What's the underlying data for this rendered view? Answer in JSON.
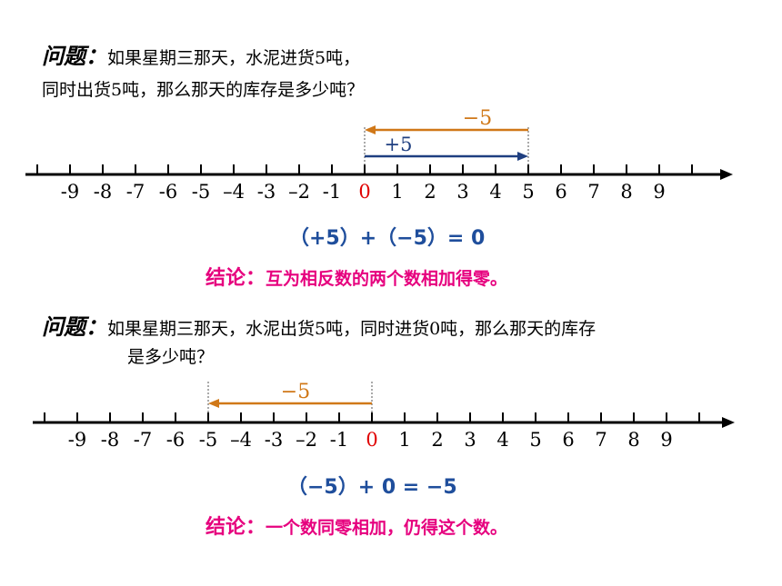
{
  "problem1": {
    "label": "问题：",
    "line1": "如果星期三那天，水泥进货5吨，",
    "line2": "同时出货5吨，那么那天的库存是多少吨？"
  },
  "numberline1": {
    "ticks": [
      "-9",
      "-8",
      "-7",
      "-6",
      "-5",
      "–4",
      "-3",
      "–2",
      "-1",
      "0",
      "1",
      "2",
      "3",
      "4",
      "5",
      "6",
      "7",
      "8",
      "9"
    ],
    "arrow_top_label": "−5",
    "arrow_bottom_label": "+5"
  },
  "equation1": "（+5）+（−5）= 0",
  "conclusion1": {
    "label": "结论：",
    "text": "互为相反数的两个数相加得零。"
  },
  "problem2": {
    "label": "问题：",
    "line1": "如果星期三那天，水泥出货5吨，同时进货0吨，那么那天的库存",
    "line2": "是多少吨？"
  },
  "numberline2": {
    "ticks": [
      "-9",
      "-8",
      "-7",
      "-6",
      "-5",
      "–4",
      "-3",
      "–2",
      "-1",
      "0",
      "1",
      "2",
      "3",
      "4",
      "5",
      "6",
      "7",
      "8",
      "9"
    ],
    "arrow_label": "−5"
  },
  "equation2": "（−5）+ 0 = −5",
  "conclusion2": {
    "label": "结论：",
    "text": "一个数同零相加，仍得这个数。"
  },
  "colors": {
    "orange": "#d07818",
    "navy": "#1f3f80",
    "magenta": "#e6007e",
    "zero_red": "#e00000",
    "eq_blue": "#1f4e9c"
  }
}
